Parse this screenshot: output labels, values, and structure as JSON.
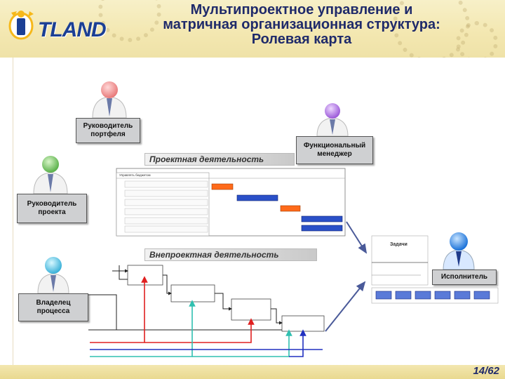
{
  "header": {
    "logo_text": "TLAND",
    "title_lines": [
      "Мультипроектное управление и",
      "матричная организационная структура:",
      "Ролевая карта"
    ]
  },
  "roles": {
    "portfolio_manager": "Руководитель портфеля",
    "functional_manager": "Функциональный менеджер",
    "project_manager": "Руководитель проекта",
    "process_owner": "Владелец процесса",
    "performer": "Исполнитель"
  },
  "sections": {
    "project_activity": "Проектная деятельность",
    "nonproject_activity": "Внепроектная деятельность"
  },
  "panels": {
    "tasks_label": "Задачи",
    "gantt_header": "Управлять бюджетом"
  },
  "footer": {
    "page": "14/62"
  },
  "colors": {
    "title": "#1f2a6a",
    "logo_blue": "#1b3f94",
    "orange_bar": "#ff6a1a",
    "blue_bar": "#2a50c8",
    "arrow": "#4a5a99",
    "red_line": "#e02020",
    "teal_line": "#30c0b0",
    "navy_line": "#2030c0"
  },
  "icons": [
    "person-icon",
    "gear-icon",
    "arrow-icon"
  ]
}
